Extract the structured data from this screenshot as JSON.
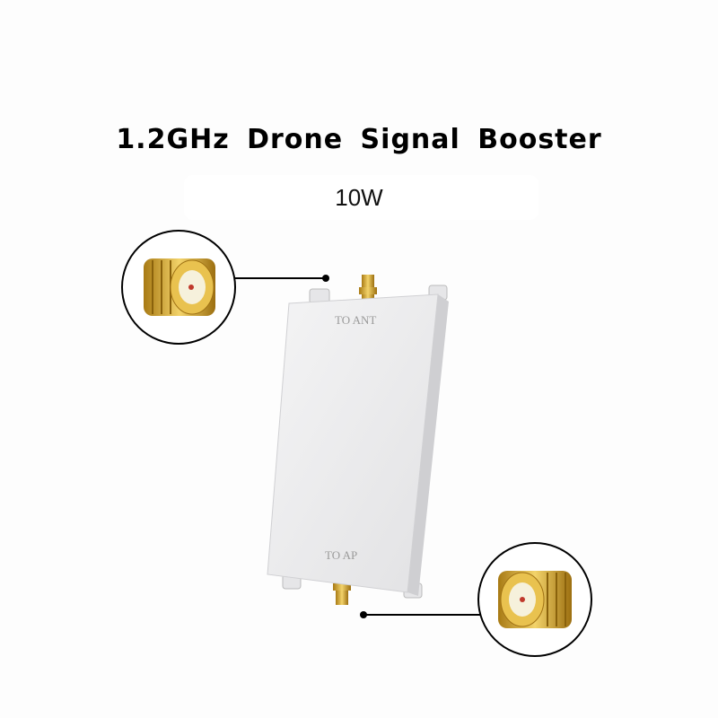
{
  "title": "1.2GHz Drone Signal Booster",
  "subtitle": "10W",
  "device": {
    "top_port_label": "TO ANT",
    "bottom_port_label": "TO AP"
  },
  "colors": {
    "gold": "#d4a52a",
    "body": "#eeeeef",
    "pin": "#c0392b"
  }
}
